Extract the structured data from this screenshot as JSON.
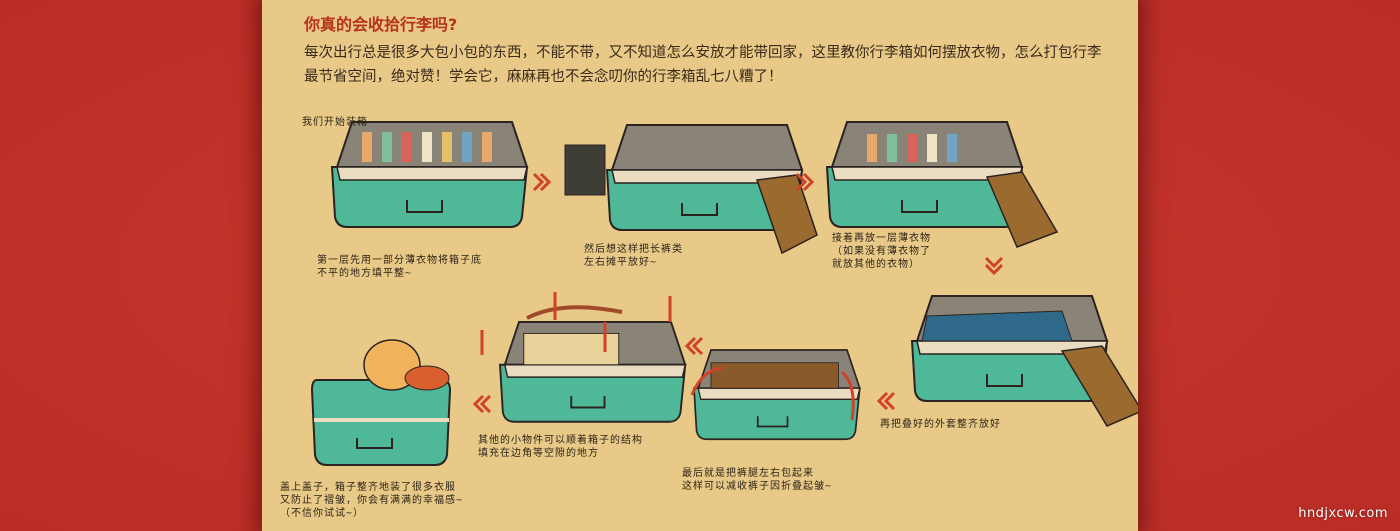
{
  "article": {
    "title": "你真的会收拾行李吗?",
    "intro": "每次出行总是很多大包小包的东西，不能不带，又不知道怎么安放才能带回家，这里教你行李箱如何摆放衣物，怎么打包行李最节省空间，绝对赞！学会它，麻麻再也不会念叨你的行李箱乱七八糟了！"
  },
  "illustration": {
    "start_label": "我们开始装箱~",
    "steps": [
      "第一层先用一部分薄衣物将箱子底\n不平的地方填平整~",
      "然后想这样把长裤类\n左右摊平放好~",
      "接着再放一层薄衣物\n（如果没有薄衣物了\n就放其他的衣物）",
      "再把叠好的外套整齐放好",
      "最后就是把裤腿左右包起来\n这样可以减收裤子因折叠起皱~",
      "其他的小物件可以顺着箱子的结构\n填充在边角等空隙的地方",
      "盖上盖子，箱子整齐地装了很多衣服\n又防止了褶皱，你会有满满的幸福感~\n（不信你试试~）"
    ]
  },
  "watermark": "hndjxcw.com",
  "colors": {
    "background": "#c0312a",
    "panel": "#e8c987",
    "title": "#b6331c",
    "suitcase": "#4fb898",
    "arrow": "#d0422a"
  }
}
